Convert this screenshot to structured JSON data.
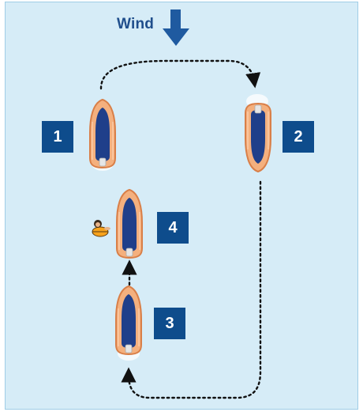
{
  "wind": {
    "label": "Wind"
  },
  "steps": [
    {
      "number": "1"
    },
    {
      "number": "2"
    },
    {
      "number": "3"
    },
    {
      "number": "4"
    }
  ],
  "icons": {
    "wind_arrow": "down-arrow-icon",
    "boat": "inflatable-boat-icon",
    "person": "person-in-water-icon"
  },
  "colors": {
    "background": "#d6ecf7",
    "badge": "#0e4c8c",
    "boat_hull": "#f1a06a",
    "boat_deck": "#1f3f8a",
    "wind_arrow": "#1f5aa0"
  }
}
